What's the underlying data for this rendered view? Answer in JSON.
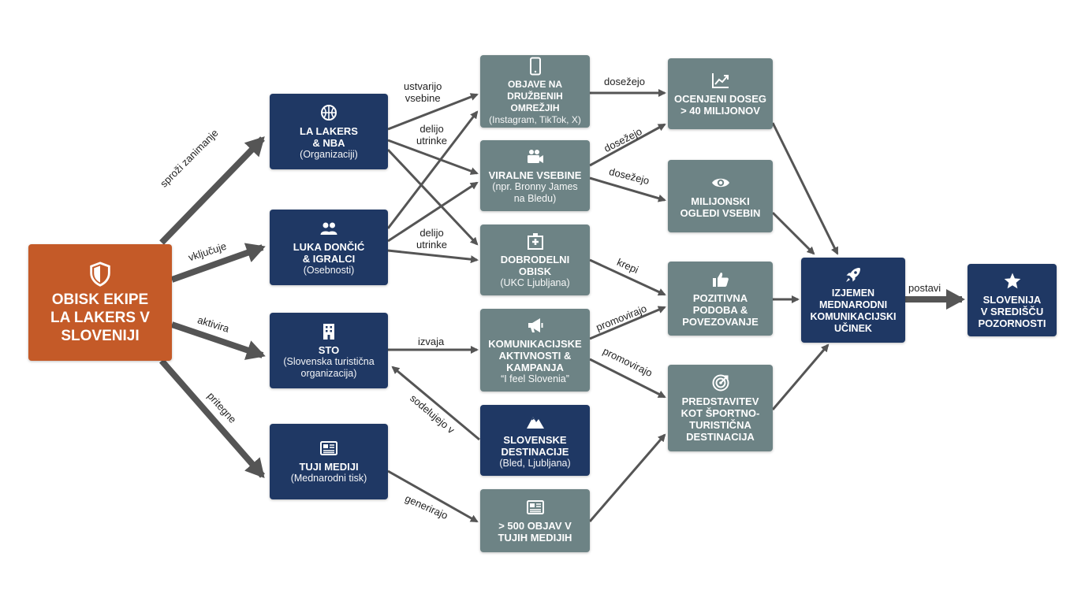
{
  "colors": {
    "navy": "#1f3864",
    "teal": "#6d8385",
    "orange": "#c45a28",
    "arrow": "#555555"
  },
  "nodes": {
    "root": {
      "title": "OBISK EKIPE\nLA LAKERS V\nSLOVENIJI",
      "icon": "shield-icon"
    },
    "lakers": {
      "title": "LA LAKERS\n& NBA",
      "sub": "(Organizaciji)",
      "icon": "basketball-icon"
    },
    "luka": {
      "title": "LUKA DONČIĆ\n& IGRALCI",
      "sub": "(Osebnosti)",
      "icon": "people-icon"
    },
    "sto": {
      "title": "STO",
      "sub": "(Slovenska turistična\norganizacija)",
      "icon": "building-icon"
    },
    "media": {
      "title": "TUJI MEDIJI",
      "sub": "(Mednarodni tisk)",
      "icon": "newspaper-icon"
    },
    "social": {
      "title": "OBJAVE NA DRUŽBENIH\nOMREŽJIH",
      "sub": "(Instagram, TikTok, X)",
      "icon": "phone-icon"
    },
    "viral": {
      "title": "VIRALNE VSEBINE",
      "sub": "(npr. Bronny James\nna Bledu)",
      "icon": "camera-icon"
    },
    "charity": {
      "title": "DOBRODELNI\nOBISK",
      "sub": "(UKC Ljubljana)",
      "icon": "hospital-icon"
    },
    "campaign": {
      "title": "KOMUNIKACIJSKE\nAKTIVNOSTI &\nKAMPANJA",
      "sub": "“I feel Slovenia”",
      "icon": "megaphone-icon"
    },
    "destinations": {
      "title": "SLOVENSKE\nDESTINACIJE",
      "sub": "(Bled, Ljubljana)",
      "icon": "mountain-icon"
    },
    "articles": {
      "title": "> 500 OBJAV V\nTUJIH MEDIJIH",
      "icon": "newspaper-icon"
    },
    "reach": {
      "title": "OCENJENI DOSEG\n> 40 MILIJONOV",
      "icon": "chart-icon"
    },
    "views": {
      "title": "MILIJONSKI\nOGLEDI VSEBIN",
      "icon": "eye-icon"
    },
    "image": {
      "title": "POZITIVNA\nPODOBA &\nPOVEZOVANJE",
      "icon": "thumbs-up-icon"
    },
    "destination_pres": {
      "title": "PREDSTAVITEV\nKOT ŠPORTNO-\nTURISTIČNA\nDESTINACIJA",
      "icon": "target-icon"
    },
    "impact": {
      "title": "IZJEMEN\nMEDNARODNI\nKOMUNIKACIJSKI\nUČINEK",
      "icon": "rocket-icon"
    },
    "spotlight": {
      "title": "SLOVENIJA\nV SREDIŠČU\nPOZORNOSTI",
      "icon": "star-icon"
    }
  },
  "edge_labels": {
    "sprozi": "sproži zanimanje",
    "vkljucuje": "vključuje",
    "aktivira": "aktivira",
    "pritegne": "pritegne",
    "ustvarijo": "ustvarijo\nvsebine",
    "delijo1": "delijo\nutrinke",
    "delijo2": "delijo\nutrinke",
    "izvaja": "izvaja",
    "sodelujejo": "sodelujejo v",
    "generirajo": "generirajo",
    "dosezejo1": "dosežejo",
    "dosezejo2": "dosežejo",
    "dosezejo3": "dosežejo",
    "krepi": "krepi",
    "promovirajo1": "promovirajo",
    "promovirajo2": "promovirajo",
    "postavi": "postavi"
  }
}
